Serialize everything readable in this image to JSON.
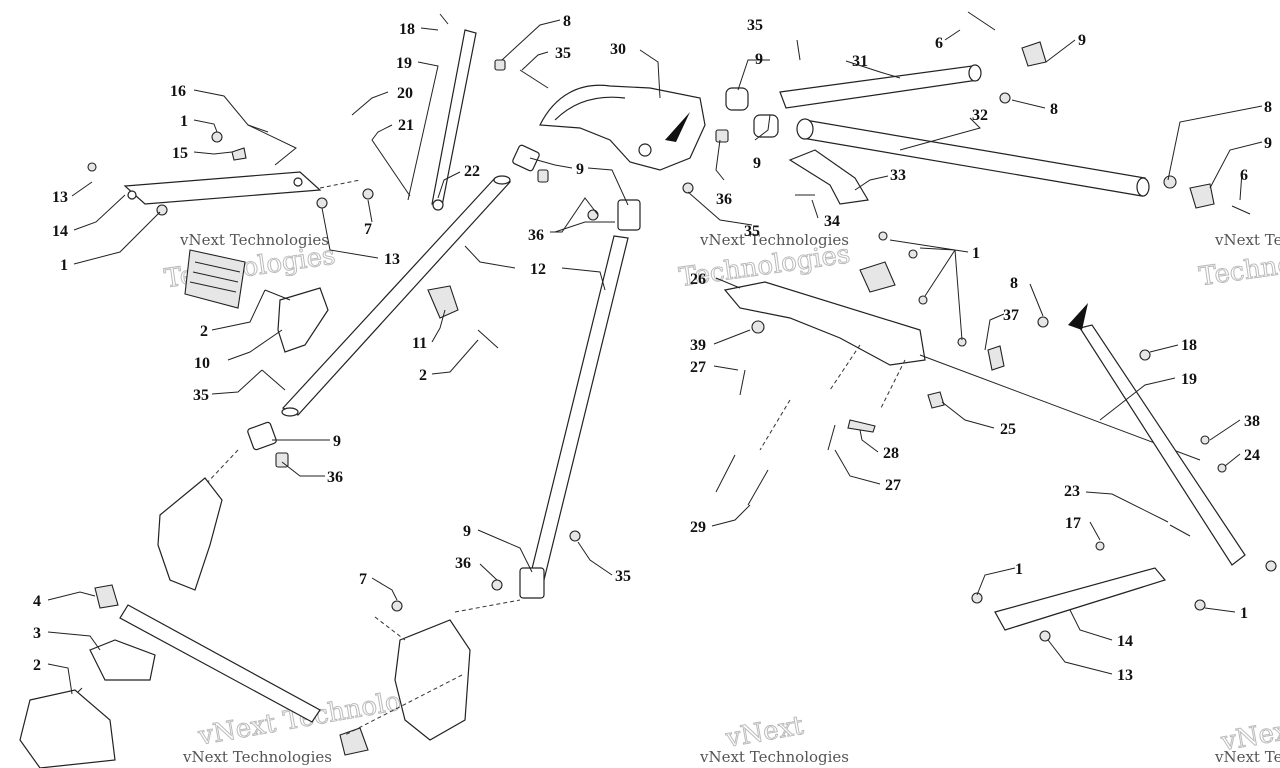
{
  "watermarks": [
    {
      "line1": "vNext Technologies",
      "line2": "Technologies"
    },
    {
      "line1": "vNext Technologies",
      "line2": "Technologies"
    },
    {
      "line1": "vNext Technologies",
      "line2": "Technologies"
    },
    {
      "line1": "vNext Technologies",
      "line2": "vNext Technologies"
    },
    {
      "line1": "vNext Technologies",
      "line2": "vNext"
    },
    {
      "line1": "vNext Technologies",
      "line2": "vNext"
    }
  ],
  "callouts": [
    {
      "n": "18"
    },
    {
      "n": "8"
    },
    {
      "n": "19"
    },
    {
      "n": "35"
    },
    {
      "n": "30"
    },
    {
      "n": "20"
    },
    {
      "n": "21"
    },
    {
      "n": "16"
    },
    {
      "n": "1"
    },
    {
      "n": "15"
    },
    {
      "n": "13"
    },
    {
      "n": "14"
    },
    {
      "n": "1"
    },
    {
      "n": "22"
    },
    {
      "n": "7"
    },
    {
      "n": "13"
    },
    {
      "n": "9"
    },
    {
      "n": "36"
    },
    {
      "n": "12"
    },
    {
      "n": "2"
    },
    {
      "n": "10"
    },
    {
      "n": "11"
    },
    {
      "n": "2"
    },
    {
      "n": "35"
    },
    {
      "n": "9"
    },
    {
      "n": "36"
    },
    {
      "n": "35"
    },
    {
      "n": "9"
    },
    {
      "n": "31"
    },
    {
      "n": "6"
    },
    {
      "n": "9"
    },
    {
      "n": "8"
    },
    {
      "n": "32"
    },
    {
      "n": "9"
    },
    {
      "n": "36"
    },
    {
      "n": "33"
    },
    {
      "n": "34"
    },
    {
      "n": "35"
    },
    {
      "n": "8"
    },
    {
      "n": "9"
    },
    {
      "n": "6"
    },
    {
      "n": "1"
    },
    {
      "n": "26"
    },
    {
      "n": "39"
    },
    {
      "n": "27"
    },
    {
      "n": "37"
    },
    {
      "n": "8"
    },
    {
      "n": "18"
    },
    {
      "n": "19"
    },
    {
      "n": "25"
    },
    {
      "n": "38"
    },
    {
      "n": "28"
    },
    {
      "n": "24"
    },
    {
      "n": "27"
    },
    {
      "n": "29"
    },
    {
      "n": "23"
    },
    {
      "n": "17"
    },
    {
      "n": "1"
    },
    {
      "n": "1"
    },
    {
      "n": "14"
    },
    {
      "n": "13"
    },
    {
      "n": "9"
    },
    {
      "n": "36"
    },
    {
      "n": "35"
    },
    {
      "n": "7"
    },
    {
      "n": "4"
    },
    {
      "n": "3"
    },
    {
      "n": "2"
    }
  ]
}
